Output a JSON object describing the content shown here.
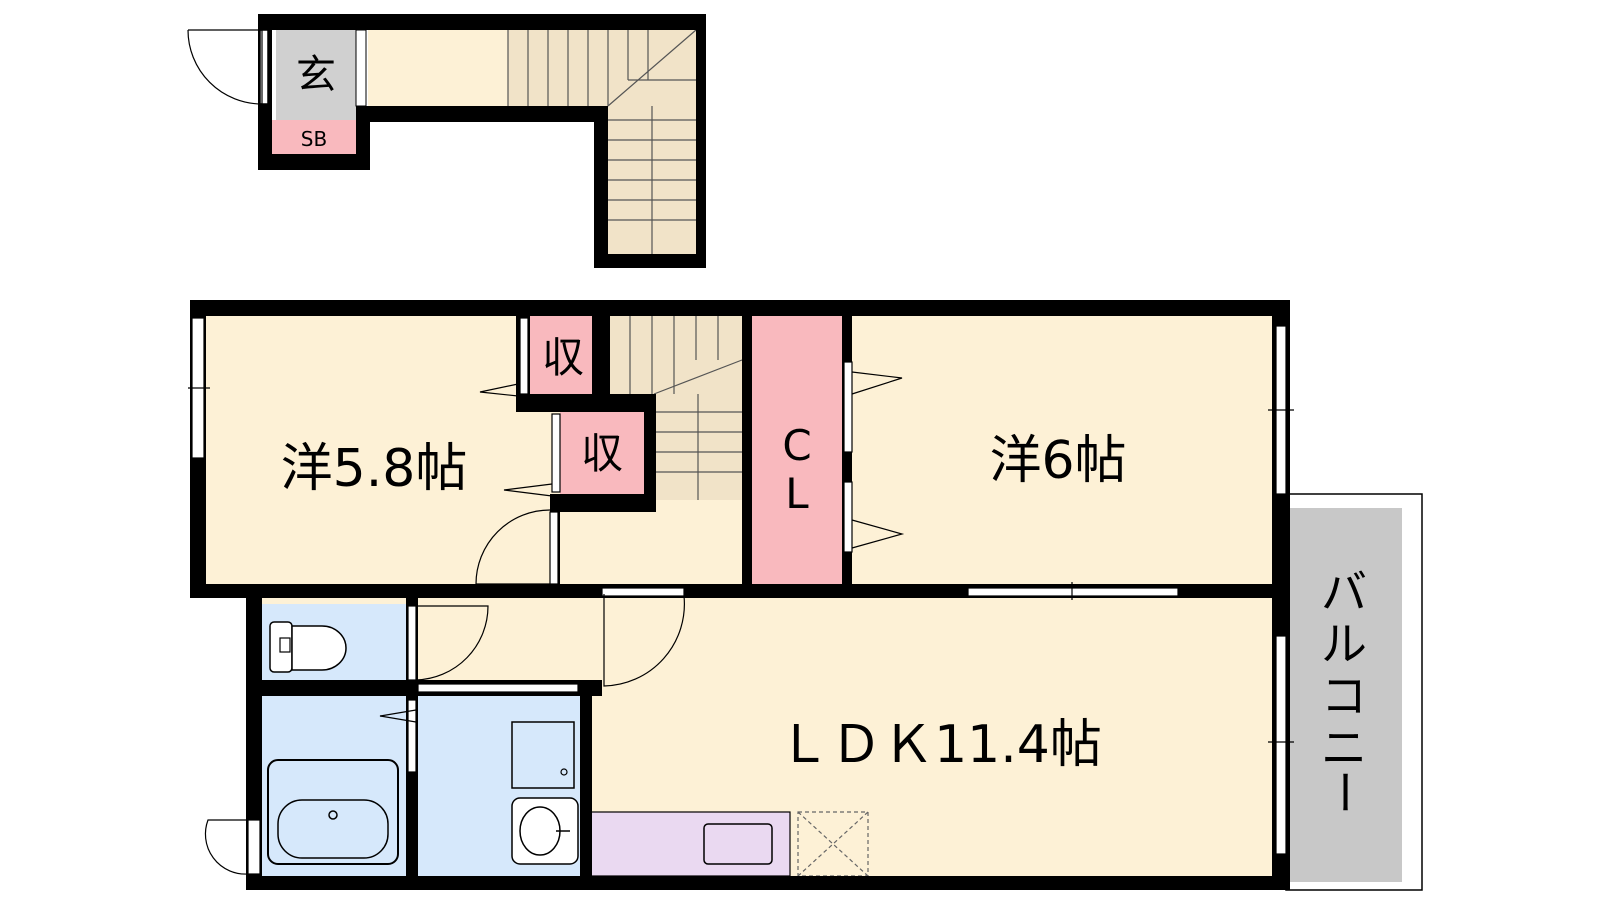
{
  "colors": {
    "room": "#fdf1d6",
    "storage": "#f9b9be",
    "wet": "#d6e8fb",
    "entrance": "#d0d0d0",
    "kitchen": "#ead9f1",
    "balcony": "#c8c8c8",
    "stairs": "#f1e3c8",
    "wall": "#000000"
  },
  "labels": {
    "genkan": "玄",
    "sb": "SB",
    "shu1": "収",
    "shu2": "収",
    "cl_c": "C",
    "cl_l": "L",
    "west_room": "洋5.8帖",
    "east_room": "洋6帖",
    "ldk": "ＬＤＫ11.4帖",
    "balcony": [
      "バ",
      "ル",
      "コ",
      "ニ",
      "ー"
    ]
  }
}
